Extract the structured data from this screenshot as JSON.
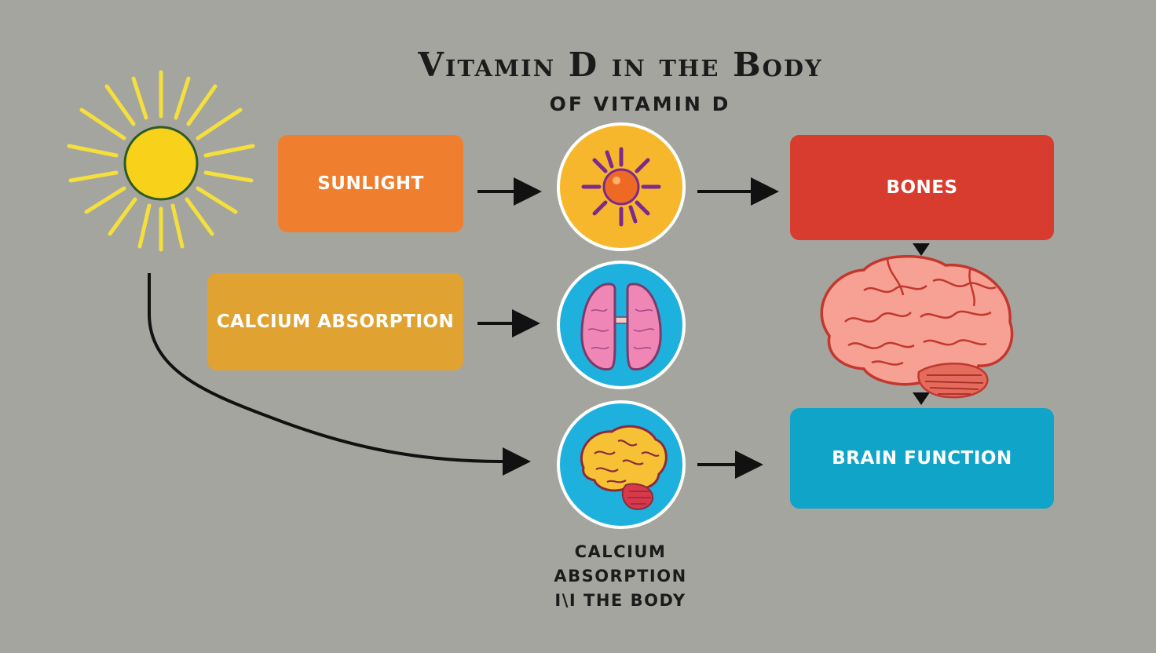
{
  "title": "Vitamin D in the Body",
  "subtitle": "OF VITAMIN D",
  "boxes": {
    "sunlight": "SUNLIGHT",
    "calcium_absorption": "CALCIUM ABSORPTION",
    "bones": "BONES",
    "brain_function": "BRAIN FUNCTION"
  },
  "caption": {
    "line1": "CALCIUM",
    "line2": "ABSORPTION",
    "line3": "I\\I  THE BODY"
  },
  "icons": {
    "sun_large": "sun-icon",
    "sun_circle": "sun-molecule-icon",
    "lungs": "lungs-icon",
    "brain_circle": "brain-icon",
    "brain_large": "brain-icon"
  },
  "colors": {
    "background": "#a5a5a0",
    "sunlight_box": "#ef7f2e",
    "calcium_box": "#e0a231",
    "bones_box": "#d83c2e",
    "brain_box": "#0fa4c8",
    "circle_sun": "#f7b72c",
    "circle_blue": "#1fb1de"
  }
}
